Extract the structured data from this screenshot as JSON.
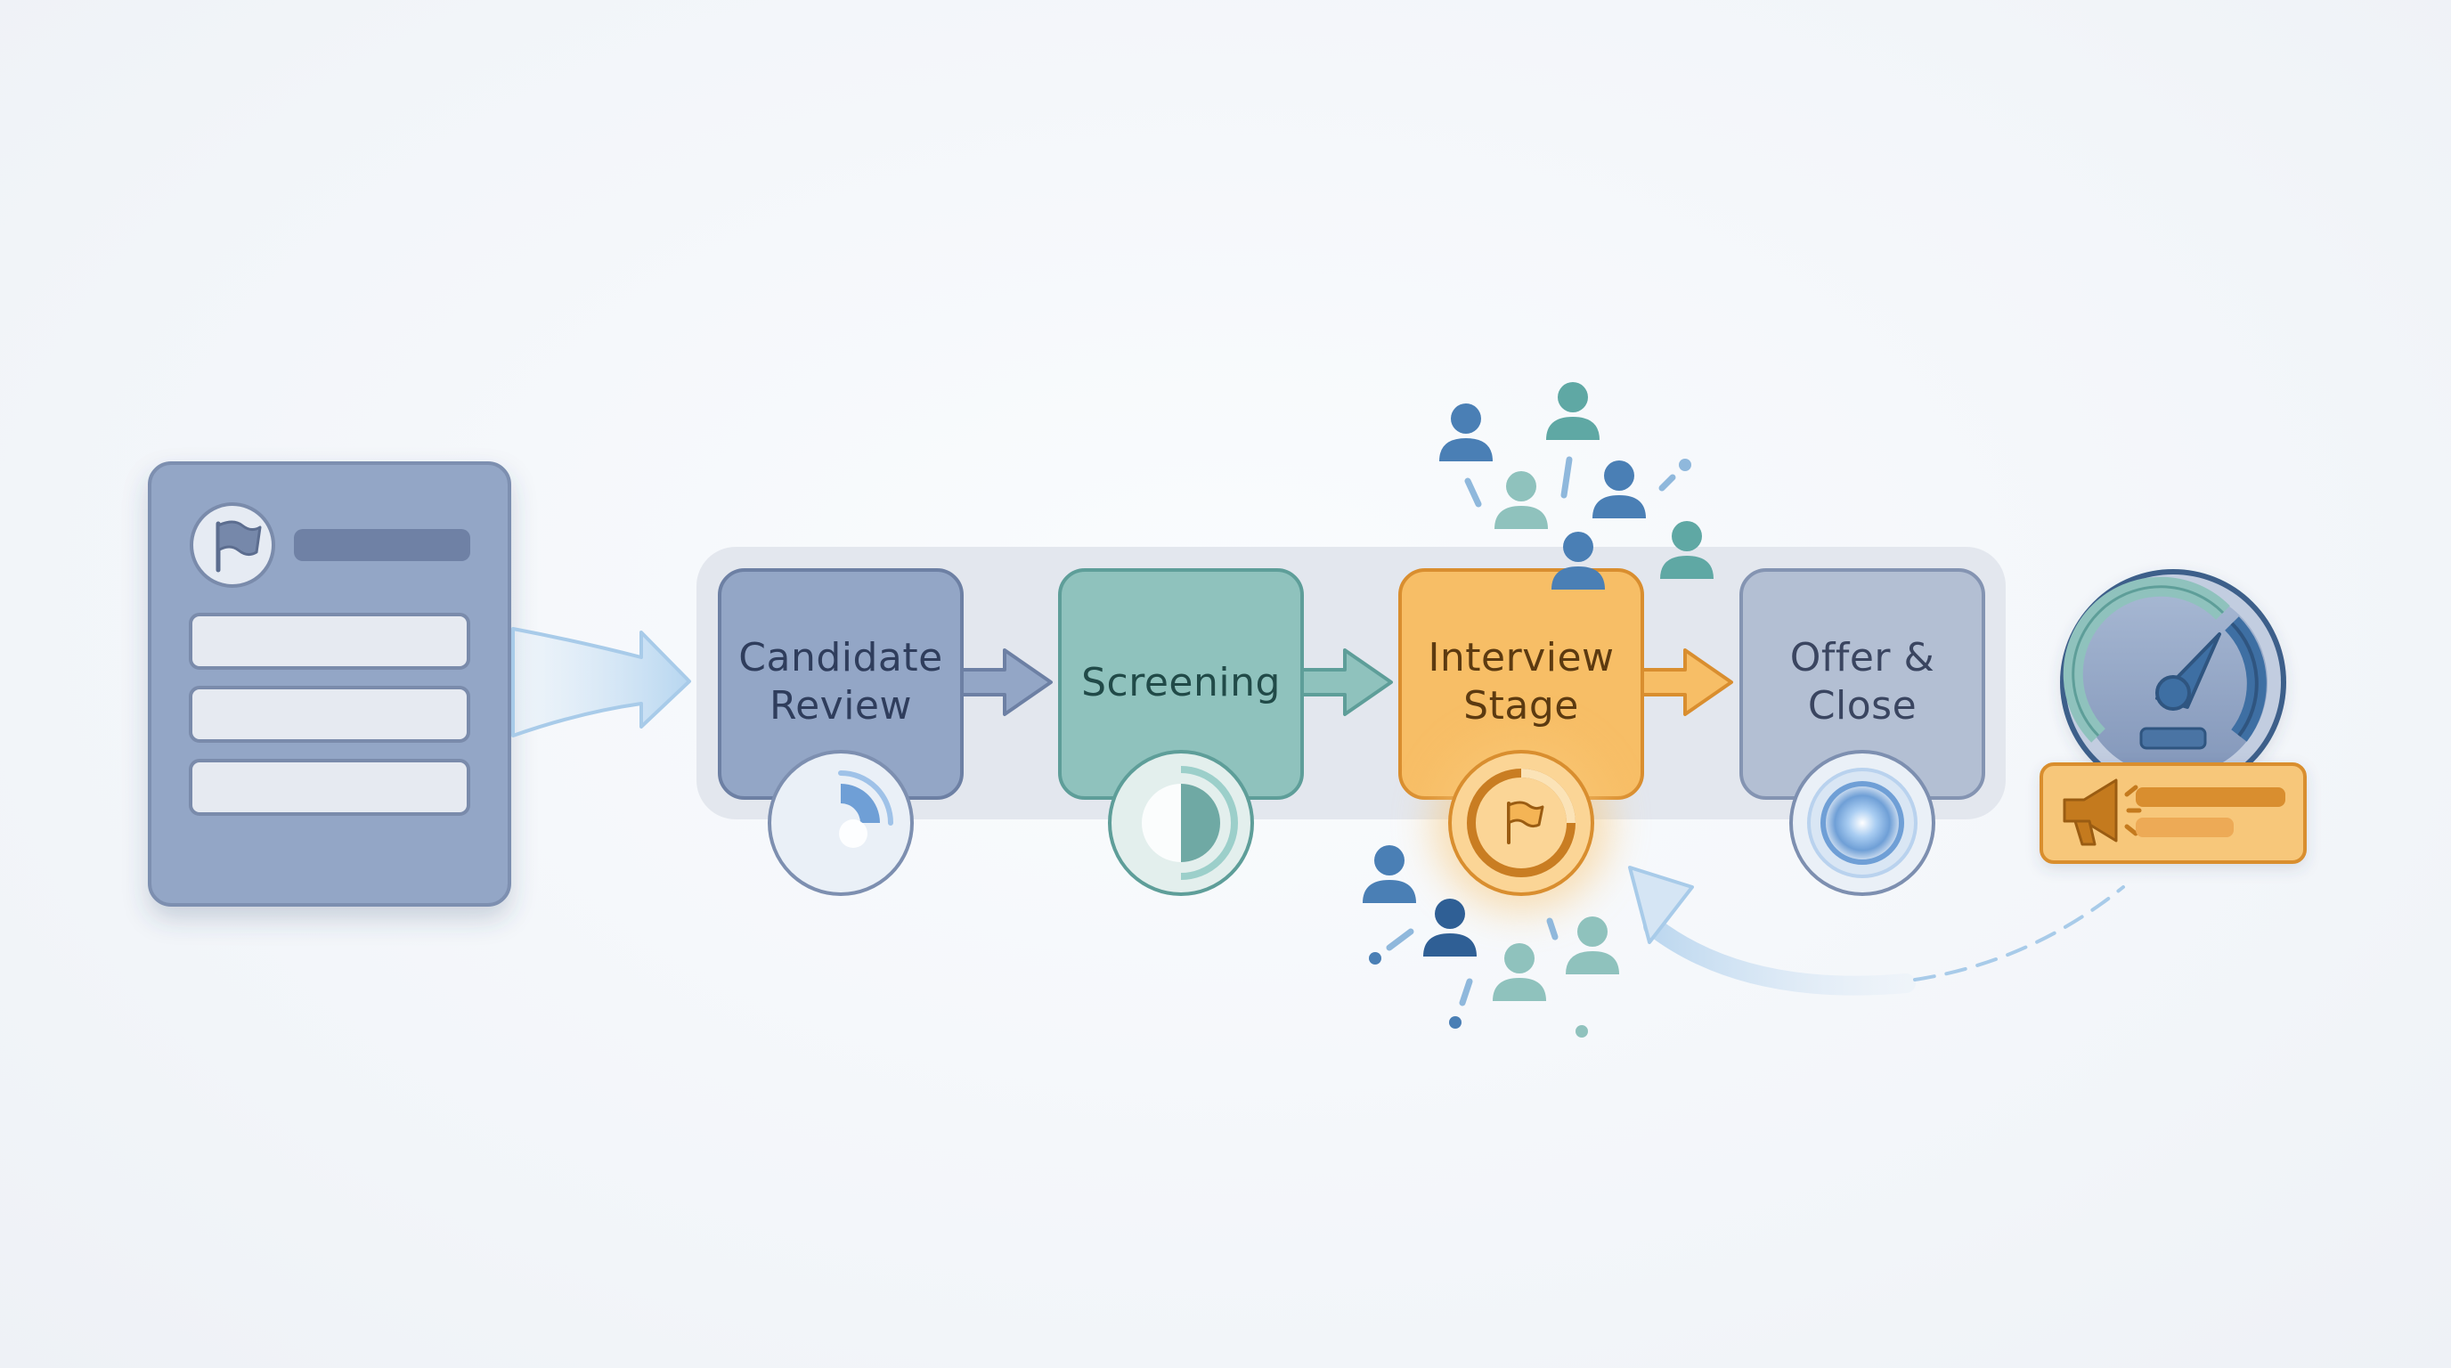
{
  "stages": [
    {
      "id": "candidate-review",
      "label": "Candidate\nReview"
    },
    {
      "id": "screening",
      "label": "Screening"
    },
    {
      "id": "interview-stage",
      "label": "Interview\nStage"
    },
    {
      "id": "offer-close",
      "label": "Offer &\nClose"
    }
  ],
  "colors": {
    "candidate_review": "#93a6c6",
    "screening": "#8fc2bd",
    "interview_stage": "#f7be66",
    "offer_close": "#b3bfd3",
    "track": "#e3e7ee",
    "form_card": "#93a6c6",
    "accent_blue": "#4a7fb5",
    "accent_teal": "#5fa8a4",
    "accent_orange": "#d98e2f"
  },
  "icons": {
    "form_header": "flag-icon",
    "interview_badge": "flag-icon",
    "alert_card": "megaphone-icon",
    "gauge": "speedometer-icon",
    "people": "person-icon"
  }
}
